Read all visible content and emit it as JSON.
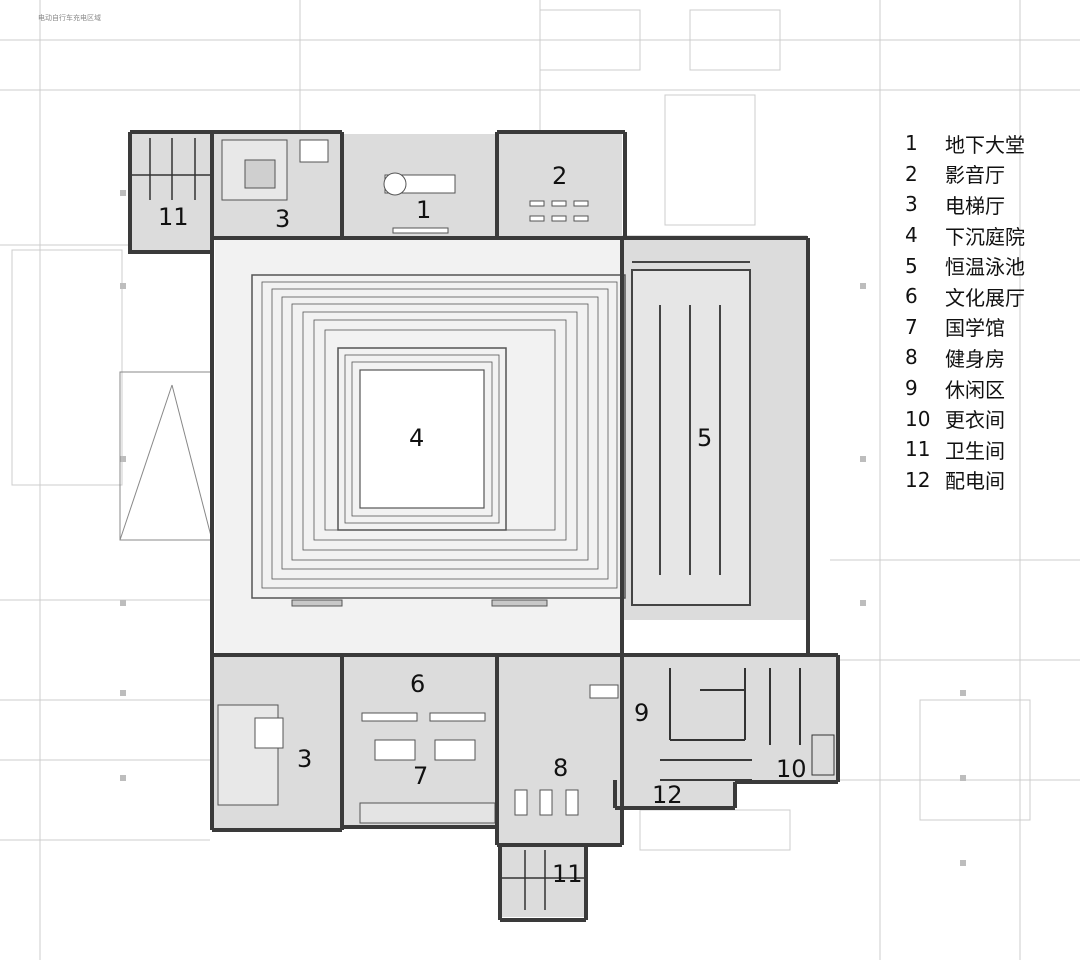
{
  "caption": "电动自行车充电区域",
  "rooms": [
    {
      "num": "1",
      "name": "地下大堂"
    },
    {
      "num": "2",
      "name": "影音厅"
    },
    {
      "num": "3",
      "name": "电梯厅"
    },
    {
      "num": "4",
      "name": "下沉庭院"
    },
    {
      "num": "5",
      "name": "恒温泳池"
    },
    {
      "num": "6",
      "name": "文化展厅"
    },
    {
      "num": "7",
      "name": "国学馆"
    },
    {
      "num": "8",
      "name": "健身房"
    },
    {
      "num": "9",
      "name": "休闲区"
    },
    {
      "num": "10",
      "name": "更衣间"
    },
    {
      "num": "11",
      "name": "卫生间"
    },
    {
      "num": "12",
      "name": "配电间"
    }
  ],
  "labels": {
    "l1": "1",
    "l2": "2",
    "l3a": "3",
    "l3b": "3",
    "l4": "4",
    "l5": "5",
    "l6": "6",
    "l7": "7",
    "l8": "8",
    "l9": "9",
    "l10": "10",
    "l11a": "11",
    "l11b": "11",
    "l12": "12"
  },
  "colors": {
    "wall": "#3a3a3a",
    "fill": "#dcdcdc",
    "grid": "#cfcfcf"
  }
}
